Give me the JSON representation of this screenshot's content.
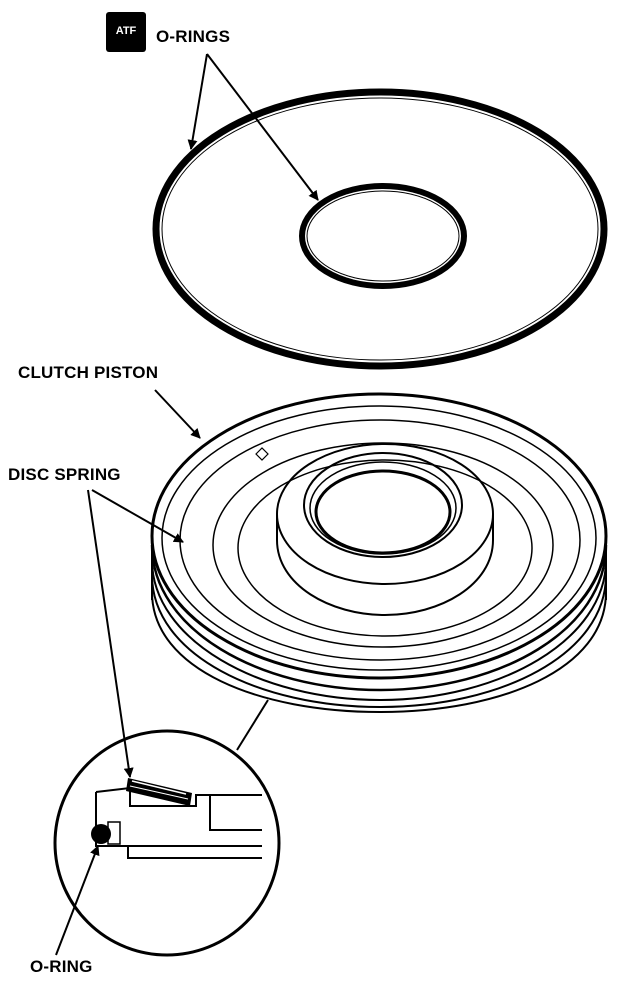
{
  "badge": {
    "text": "ATF"
  },
  "labels": {
    "o_rings": "O-RINGS",
    "clutch_piston": "CLUTCH PISTON",
    "disc_spring": "DISC SPRING",
    "o_ring": "O-RING"
  },
  "colors": {
    "ink": "#000000",
    "paper": "#ffffff"
  }
}
